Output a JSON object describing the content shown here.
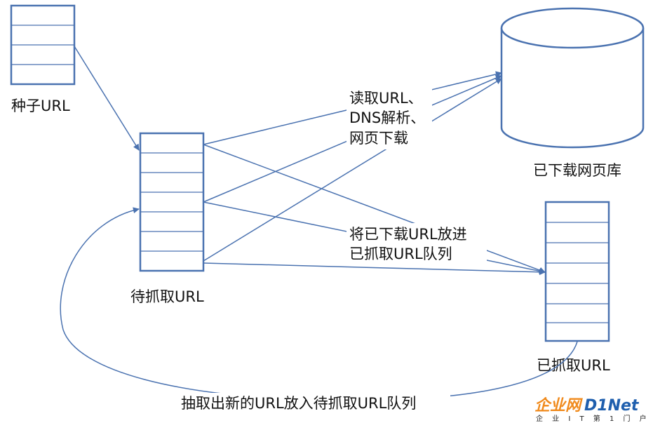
{
  "nodes": {
    "seed_queue": "种子URL",
    "pending_queue": "待抓取URL",
    "downloaded_db": "已下载网页库",
    "crawled_queue": "已抓取URL"
  },
  "edges": {
    "download_line1": "读取URL、",
    "download_line2": "DNS解析、",
    "download_line3": "网页下载",
    "move_line1": "将已下载URL放进",
    "move_line2": "已抓取URL队列",
    "extract": "抽取出新的URL放入待抓取URL队列"
  },
  "watermark": {
    "brand_cn": "企业网",
    "brand_en": "D1Net",
    "tagline": "企 业 I T 第 1 门 户"
  },
  "colors": {
    "line": "#4a72b0",
    "watermark_orange": "#f08a1c",
    "watermark_blue": "#1f5fae"
  }
}
